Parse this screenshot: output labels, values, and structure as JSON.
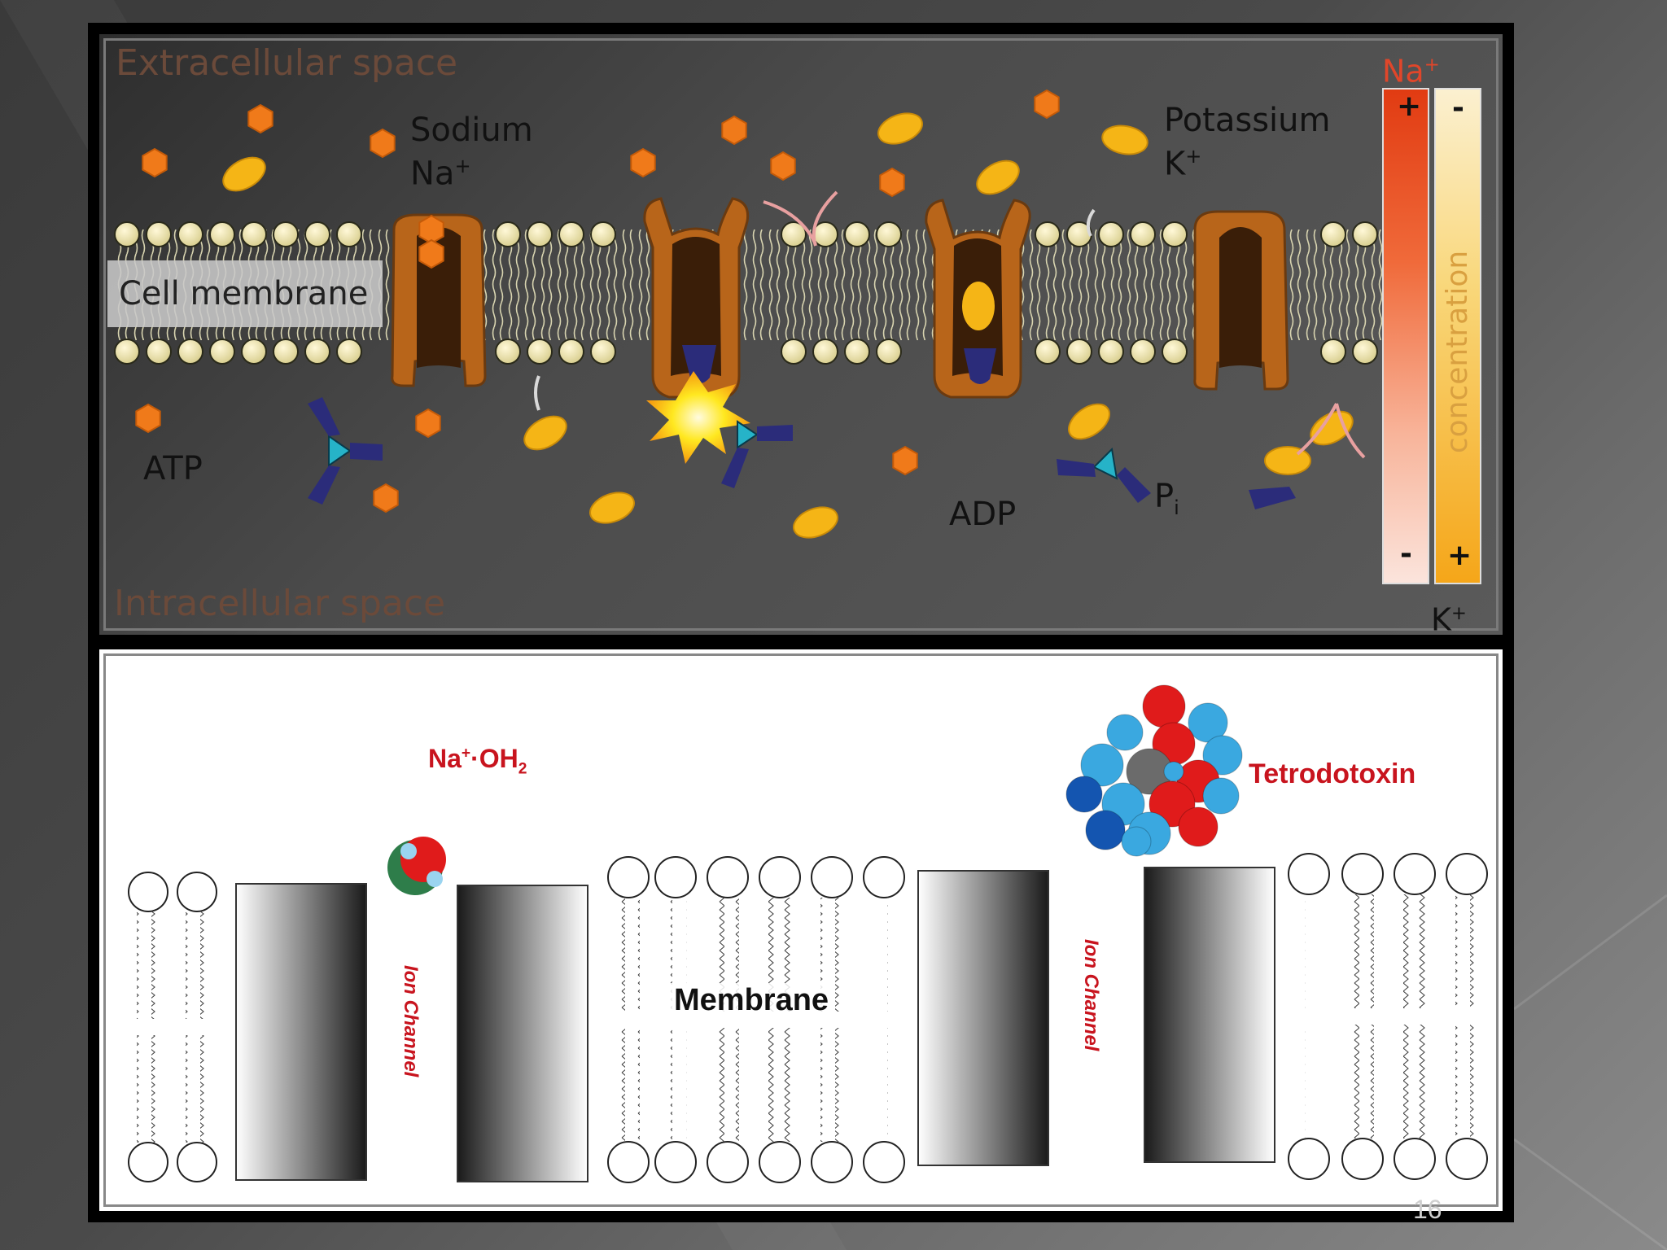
{
  "top_panel": {
    "extracellular_label": "Extracellular space",
    "intracellular_label": "Intracellular space",
    "cell_membrane_label": "Cell membrane",
    "sodium_label": "Sodium",
    "sodium_symbol": "Na",
    "potassium_label": "Potassium",
    "potassium_symbol": "K",
    "atp_label": "ATP",
    "adp_label": "ADP",
    "pi_label": "P",
    "pi_sub": "i",
    "na_bar_label": "Na",
    "k_bar_label": "K",
    "concentration_label": "concentration",
    "plus_sign": "+",
    "minus_sign": "-",
    "superscript_plus": "+",
    "colors": {
      "sodium_ion": "#f07a1a",
      "potassium_ion": "#f5b516",
      "pump_protein": "#b8651a",
      "atp_blue": "#2b2c7a",
      "space_label": "#6b4a3a"
    }
  },
  "bottom_panel": {
    "na_oh2_label_prefix": "Na",
    "na_oh2_sup": "+",
    "na_oh2_mid": "·OH",
    "na_oh2_sub": "2",
    "tetrodotoxin_label": "Tetrodotoxin",
    "membrane_label": "Membrane",
    "ion_channel_label": "Ion Channel",
    "colors": {
      "label_red": "#c8141e"
    }
  },
  "page_number": "16"
}
